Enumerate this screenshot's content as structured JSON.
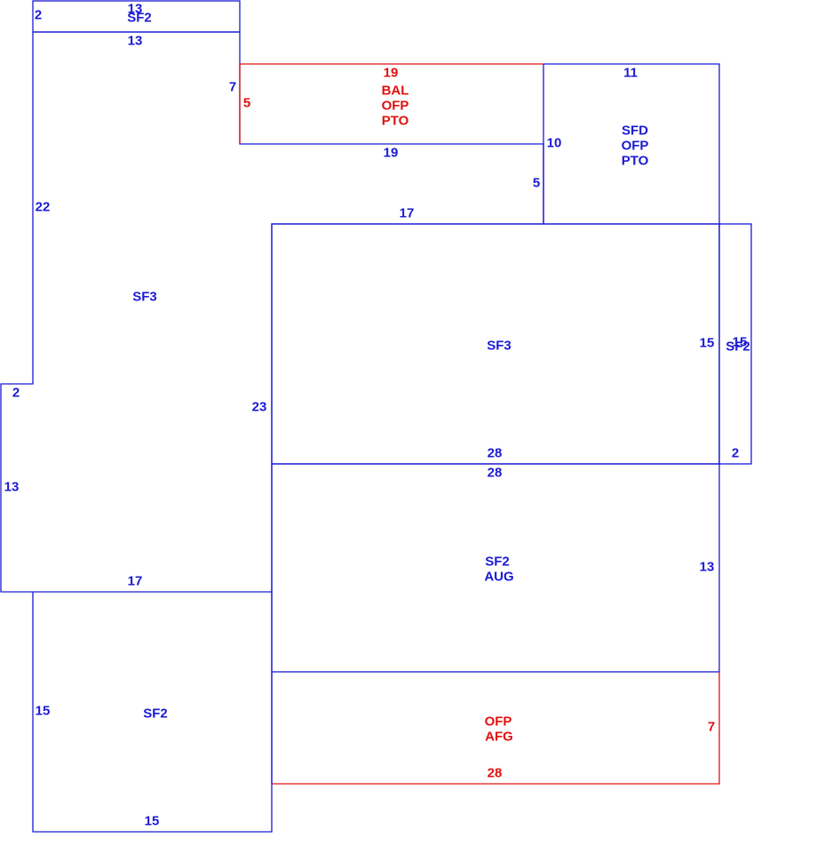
{
  "colors": {
    "main": "#1a1ad4",
    "red": "#e01010"
  },
  "areas": {
    "top_sf2": {
      "label": "SF2",
      "dim_top": "13",
      "dim_bottom": "13",
      "dim_left": "2"
    },
    "sf3_left": {
      "label": "SF3",
      "dim_left": "22",
      "dim_upper_right": "7",
      "dim_right": "23",
      "dim_step": "2",
      "dim_lower_left": "13",
      "dim_bottom": "17"
    },
    "bal": {
      "line1": "BAL",
      "line2": "OFP",
      "line3": "PTO",
      "dim_top": "19",
      "dim_left": "5",
      "dim_bottom": "19"
    },
    "sfd": {
      "line1": "SFD",
      "line2": "OFP",
      "line3": "PTO",
      "dim_top": "11",
      "dim_left": "10",
      "dim_lower": "5"
    },
    "sf3_center": {
      "label": "SF3",
      "dim_top": "17",
      "dim_right": "15",
      "dim_bottom": "28"
    },
    "sf2_right": {
      "label": "SF2",
      "dim_right": "15",
      "dim_bottom": "2"
    },
    "sf2_aug": {
      "line1": "SF2",
      "line2": "AUG",
      "dim_top": "28",
      "dim_right": "13"
    },
    "ofp_afg": {
      "line1": "OFP",
      "line2": "AFG",
      "dim_right": "7",
      "dim_bottom": "28"
    },
    "sf2_bottom": {
      "label": "SF2",
      "dim_left": "15",
      "dim_bottom": "15"
    }
  }
}
